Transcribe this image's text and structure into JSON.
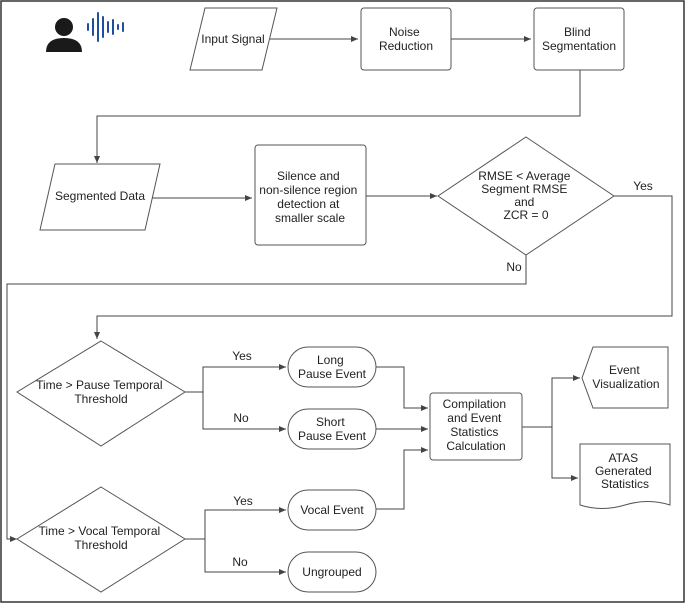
{
  "diagram": {
    "nodes": {
      "input_signal": [
        "Input Signal"
      ],
      "noise_reduction": [
        "Noise",
        "Reduction"
      ],
      "blind_segmentation": [
        "Blind",
        "Segmentation"
      ],
      "segmented_data": [
        "Segmented Data"
      ],
      "silence_detection": [
        "Silence and",
        "non-silence region",
        "detection at",
        "smaller scale"
      ],
      "rmse_decision": [
        "RMSE < Average",
        "Segment RMSE",
        "and",
        "ZCR = 0"
      ],
      "pause_decision": [
        "Time > Pause Temporal",
        "Threshold"
      ],
      "long_pause": [
        "Long",
        "Pause Event"
      ],
      "short_pause": [
        "Short",
        "Pause Event"
      ],
      "compilation": [
        "Compilation",
        "and Event",
        "Statistics",
        "Calculation"
      ],
      "event_visualization": [
        "Event",
        "Visualization"
      ],
      "atas_statistics": [
        "ATAS",
        "Generated",
        "Statistics"
      ],
      "vocal_decision": [
        "Time > Vocal Temporal",
        "Threshold"
      ],
      "vocal_event": [
        "Vocal Event"
      ],
      "ungrouped": [
        "Ungrouped"
      ]
    },
    "edge_labels": {
      "rmse_yes": "Yes",
      "rmse_no": "No",
      "pause_yes": "Yes",
      "pause_no": "No",
      "vocal_yes": "Yes",
      "vocal_no": "No"
    },
    "icons": {
      "user": "user-icon",
      "audio_wave": "audio-waveform-icon"
    },
    "colors": {
      "icon_dark": "#1a1a1a",
      "waveform": "#1f4e9c",
      "stroke": "#555555"
    }
  }
}
